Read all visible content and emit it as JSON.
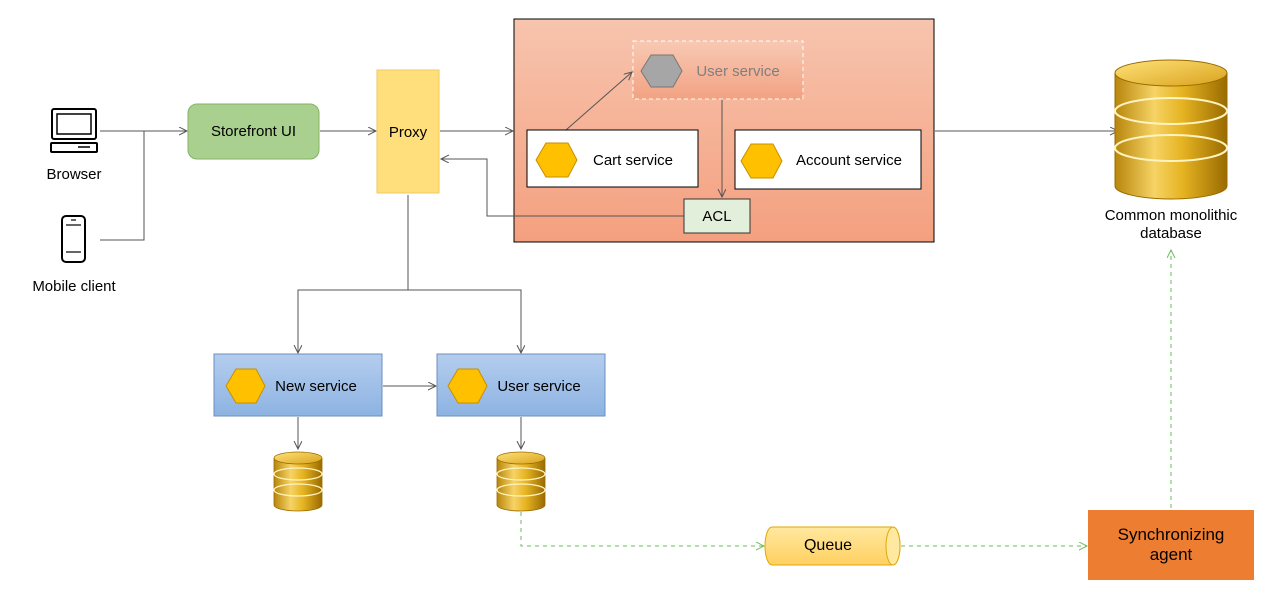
{
  "clients": {
    "browser_label": "Browser",
    "mobile_label": "Mobile client"
  },
  "storefront": {
    "label": "Storefront UI",
    "color": "#a9d08e"
  },
  "proxy": {
    "label": "Proxy",
    "color": "#ffd966"
  },
  "monolith": {
    "color": "#f4a582",
    "user_service_ghost": "User service",
    "cart_service": "Cart service",
    "account_service": "Account service",
    "acl": "ACL"
  },
  "microservices": {
    "new_service": "New service",
    "user_service": "User service",
    "color": "#9fc0e8"
  },
  "database": {
    "label": "Common monolithic database"
  },
  "queue": {
    "label": "Queue",
    "color": "#ffd966"
  },
  "sync_agent": {
    "label": "Synchronizing agent",
    "color": "#ed7d31"
  },
  "icons": [
    "laptop-icon",
    "phone-icon",
    "database-icon",
    "hexagon-service-icon",
    "queue-cylinder-icon"
  ]
}
